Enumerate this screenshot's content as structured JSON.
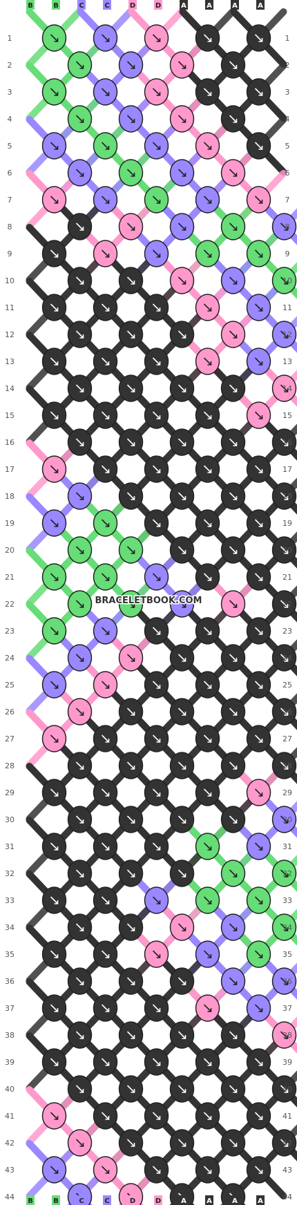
{
  "watermark": "BRACELETBOOK.COM",
  "colors": {
    "B": "#66dd77",
    "C": "#9988ff",
    "D": "#ff99cc",
    "A": "#333333"
  },
  "strands": [
    "B",
    "B",
    "C",
    "C",
    "D",
    "D",
    "A",
    "A",
    "A",
    "A"
  ],
  "rows": [
    "1",
    "2",
    "3",
    "4",
    "5",
    "6",
    "7",
    "8",
    "9",
    "10",
    "11",
    "12",
    "13",
    "14",
    "15",
    "16",
    "17",
    "18",
    "19",
    "20",
    "21",
    "22",
    "23",
    "24",
    "25",
    "26",
    "27",
    "28",
    "29",
    "30",
    "31",
    "32",
    "33",
    "34",
    "35",
    "36",
    "37",
    "38",
    "39",
    "40",
    "41",
    "42",
    "43",
    "44"
  ],
  "knots": [
    "BCDAA",
    "BCDA",
    "BCDAA",
    "BCDA",
    "CBCDA",
    "CBCD",
    "DCBCD",
    "ADCBC",
    "ADCBB",
    "AADCB",
    "AAADC",
    "AAADC",
    "AAADC",
    "AAAAD",
    "AAAAD",
    "AAAAA",
    "DAAAA",
    "CAAAA",
    "CBAAA",
    "BBAAA",
    "BBCAA",
    "BBCDA",
    "BCAAA",
    "CDAAA",
    "CDAAA",
    "DAAAA",
    "DAAAA",
    "AAAAA",
    "AAAAD",
    "AAAAC",
    "AAABC",
    "AAABB",
    "AACBB",
    "AADCB",
    "AADCB",
    "AAACC",
    "AAADC",
    "AAAAD",
    "AAAAA",
    "AAAAA",
    "DAAAA",
    "DAAAA",
    "CDAAA",
    "CDAA"
  ]
}
